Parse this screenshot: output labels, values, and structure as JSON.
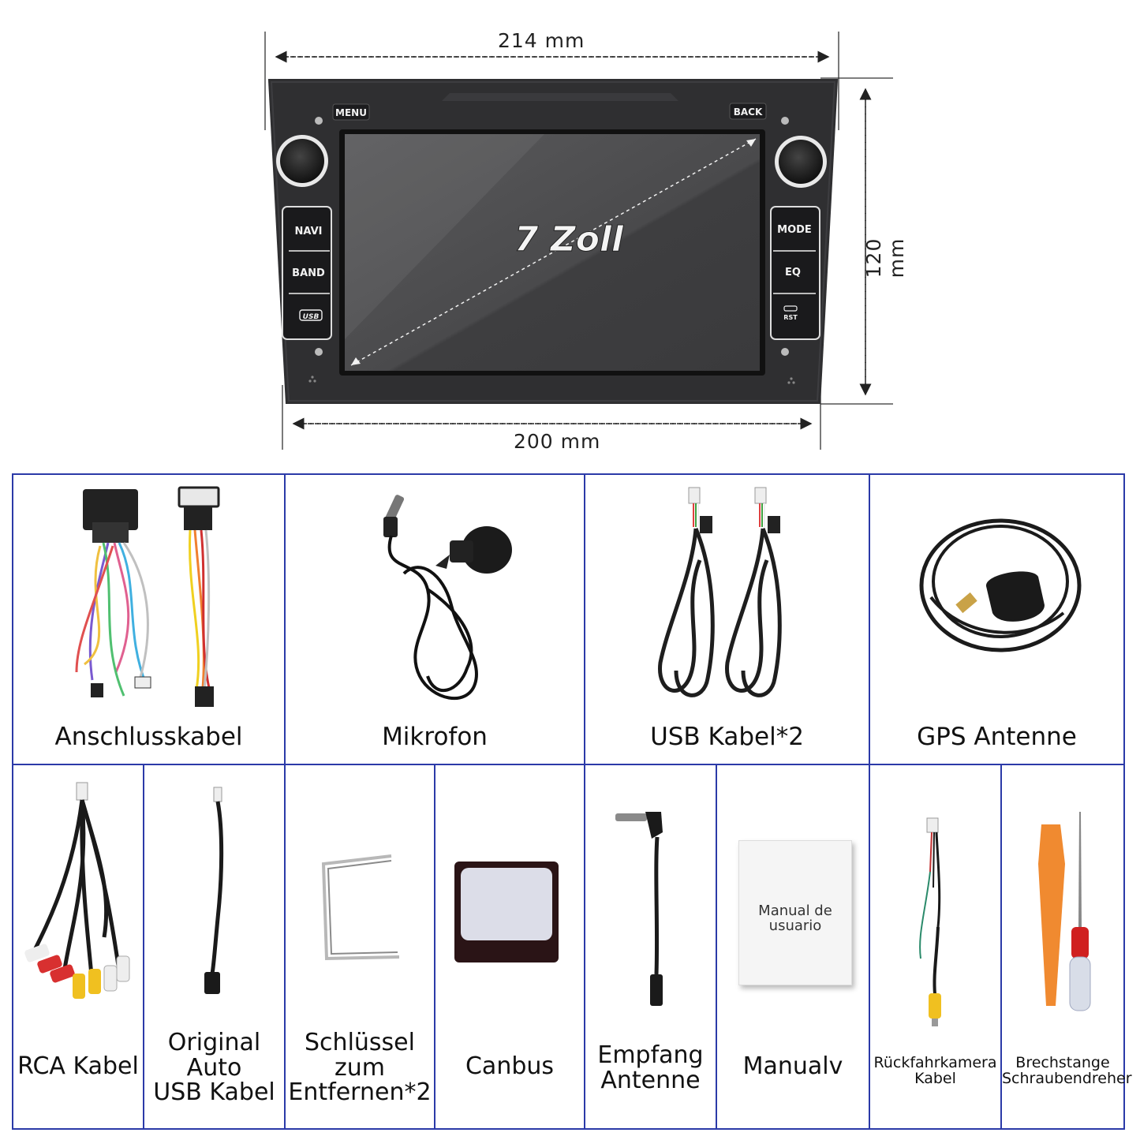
{
  "dimensions": {
    "width_top": "214 mm",
    "width_bottom": "200 mm",
    "height": "120 mm"
  },
  "device": {
    "screen_label": "7 Zoll",
    "buttons": {
      "menu": "MENU",
      "back": "BACK",
      "navi": "NAVI",
      "band": "BAND",
      "usb": "USB",
      "mode": "MODE",
      "eq": "EQ",
      "rst": "RST"
    },
    "colors": {
      "panel": "#2f2f31",
      "screen": "#4a4a4c",
      "grid": "#2b3aa8"
    }
  },
  "accessories": {
    "row1": [
      {
        "label": "Anschlusskabel",
        "icon": "wiring-harness-icon"
      },
      {
        "label": "Mikrofon",
        "icon": "microphone-icon"
      },
      {
        "label": "USB Kabel*2",
        "icon": "usb-cable-icon"
      },
      {
        "label": "GPS Antenne",
        "icon": "gps-antenna-icon"
      }
    ],
    "row2": [
      {
        "label_lines": [
          "RCA Kabel"
        ],
        "icon": "rca-cable-icon"
      },
      {
        "label_lines": [
          "Original",
          "Auto",
          "USB Kabel"
        ],
        "icon": "usb-adapter-cable-icon"
      },
      {
        "label_lines": [
          "Schlüssel",
          "zum",
          "Entfernen*2"
        ],
        "icon": "removal-key-icon"
      },
      {
        "label_lines": [
          "Canbus"
        ],
        "icon": "canbus-box-icon"
      },
      {
        "label_lines": [
          "Empfang",
          "Antenne"
        ],
        "icon": "radio-antenna-icon"
      },
      {
        "label_lines": [
          "Manualv"
        ],
        "icon": "manual-icon",
        "manual_text": [
          "Manual de",
          "usuario"
        ]
      },
      {
        "label_lines": [
          "Rückfahrkamera",
          "Kabel"
        ],
        "icon": "camera-cable-icon"
      },
      {
        "label_lines": [
          "Brechstange",
          "Schraubendreher"
        ],
        "icon": "pry-tool-screwdriver-icon"
      }
    ]
  }
}
